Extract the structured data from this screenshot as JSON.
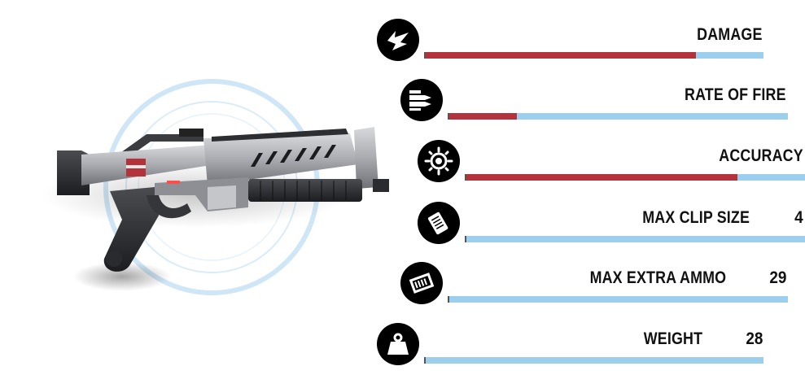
{
  "colors": {
    "bar_track": "#9ccfee",
    "bar_fill": "#b3323b",
    "icon_bg": "#000000",
    "text": "#111111"
  },
  "weapon": {
    "icon": "shotgun-weapon-art"
  },
  "stats": [
    {
      "label": "DAMAGE",
      "value": "",
      "fill": 0.8,
      "icon": "damage-icon"
    },
    {
      "label": "RATE OF FIRE",
      "value": "",
      "fill": 0.2,
      "icon": "rate-of-fire-icon"
    },
    {
      "label": "ACCURACY",
      "value": "",
      "fill": 0.8,
      "icon": "accuracy-icon"
    },
    {
      "label": "MAX CLIP SIZE",
      "value": "4",
      "fill": 0,
      "icon": "clip-icon"
    },
    {
      "label": "MAX EXTRA AMMO",
      "value": "29",
      "fill": 0,
      "icon": "ammo-box-icon"
    },
    {
      "label": "WEIGHT",
      "value": "28",
      "fill": 0,
      "icon": "weight-icon"
    }
  ]
}
